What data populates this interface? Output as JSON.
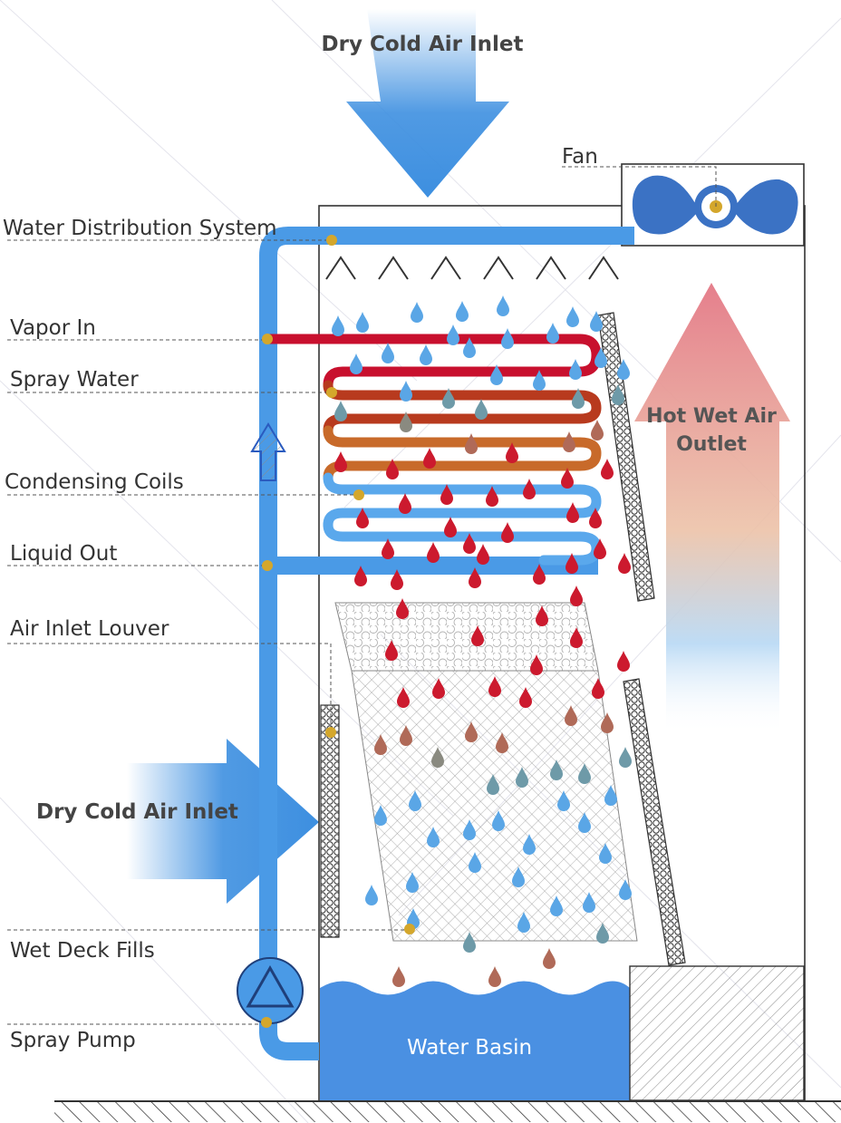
{
  "labels": {
    "top_air_inlet": "Dry Cold Air Inlet",
    "side_air_inlet": "Dry Cold Air Inlet",
    "fan": "Fan",
    "water_distribution": "Water Distribution System",
    "vapor_in": "Vapor In",
    "spray_water": "Spray Water",
    "condensing_coils": "Condensing Coils",
    "liquid_out": "Liquid Out",
    "air_inlet_louver": "Air Inlet Louver",
    "wet_deck_fills": "Wet Deck Fills",
    "spray_pump": "Spray Pump",
    "water_basin": "Water Basin",
    "hot_wet_air_line1": "Hot Wet Air",
    "hot_wet_air_line2": "Outlet"
  },
  "colors": {
    "pipe_blue": "#4a9ae6",
    "air_blue": "#3d8fe0",
    "hot_air": "#e88b96",
    "coil_hot": "#c8102e",
    "coil_warm": "#c86a2a",
    "coil_cold": "#5aa8ec",
    "drop_red": "#cc1a2e",
    "drop_blue": "#5aa6e6",
    "dot_gold": "#d4a72c",
    "basin_blue": "#4a90e2",
    "fan_blue": "#3b72c4"
  }
}
